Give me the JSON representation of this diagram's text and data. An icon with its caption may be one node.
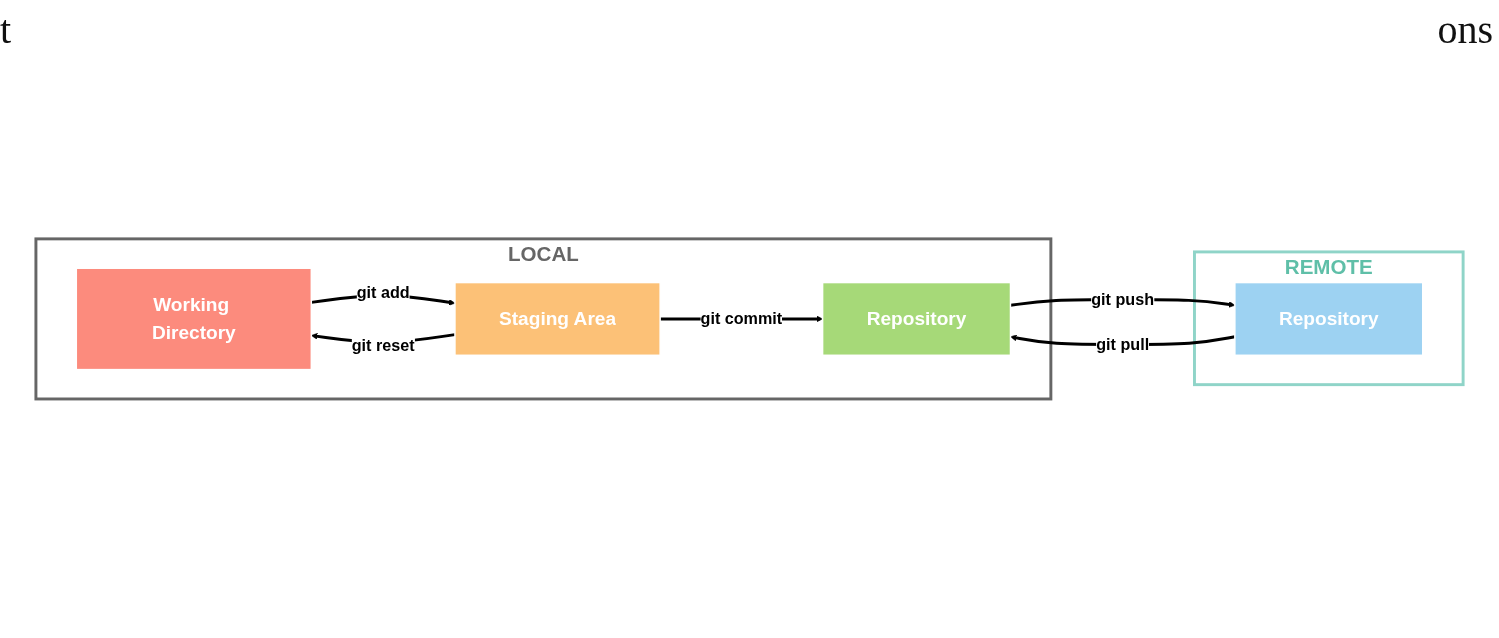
{
  "diagram": {
    "nodes": [
      {
        "text": [
          "LOCAL"
        ]
      },
      {
        "text": [
          "Working Directory"
        ],
        "in": 0
      },
      {
        "text": [
          "Staging Area"
        ],
        "in": 0
      },
      {
        "text": [
          "Repository"
        ],
        "in": 0
      },
      {
        "text": [
          "REMOTE"
        ]
      },
      {
        "text": [
          "Repository"
        ],
        "in": 4
      }
    ],
    "edges": [
      {
        "from": 1,
        "to": 2,
        "arrow": "to",
        "label": "git add"
      },
      {
        "from": 2,
        "to": 3,
        "arrow": "to",
        "label": "git commit"
      },
      {
        "from": 3,
        "to": 5,
        "arrow": "to",
        "label": "git push"
      },
      {
        "from": 2,
        "to": 1,
        "arrow": "to",
        "label": "git reset"
      },
      {
        "from": 5,
        "to": 3,
        "arrow": "to",
        "label": "git pull"
      }
    ],
    "labels": [
      "t",
      "ons"
    ]
  }
}
